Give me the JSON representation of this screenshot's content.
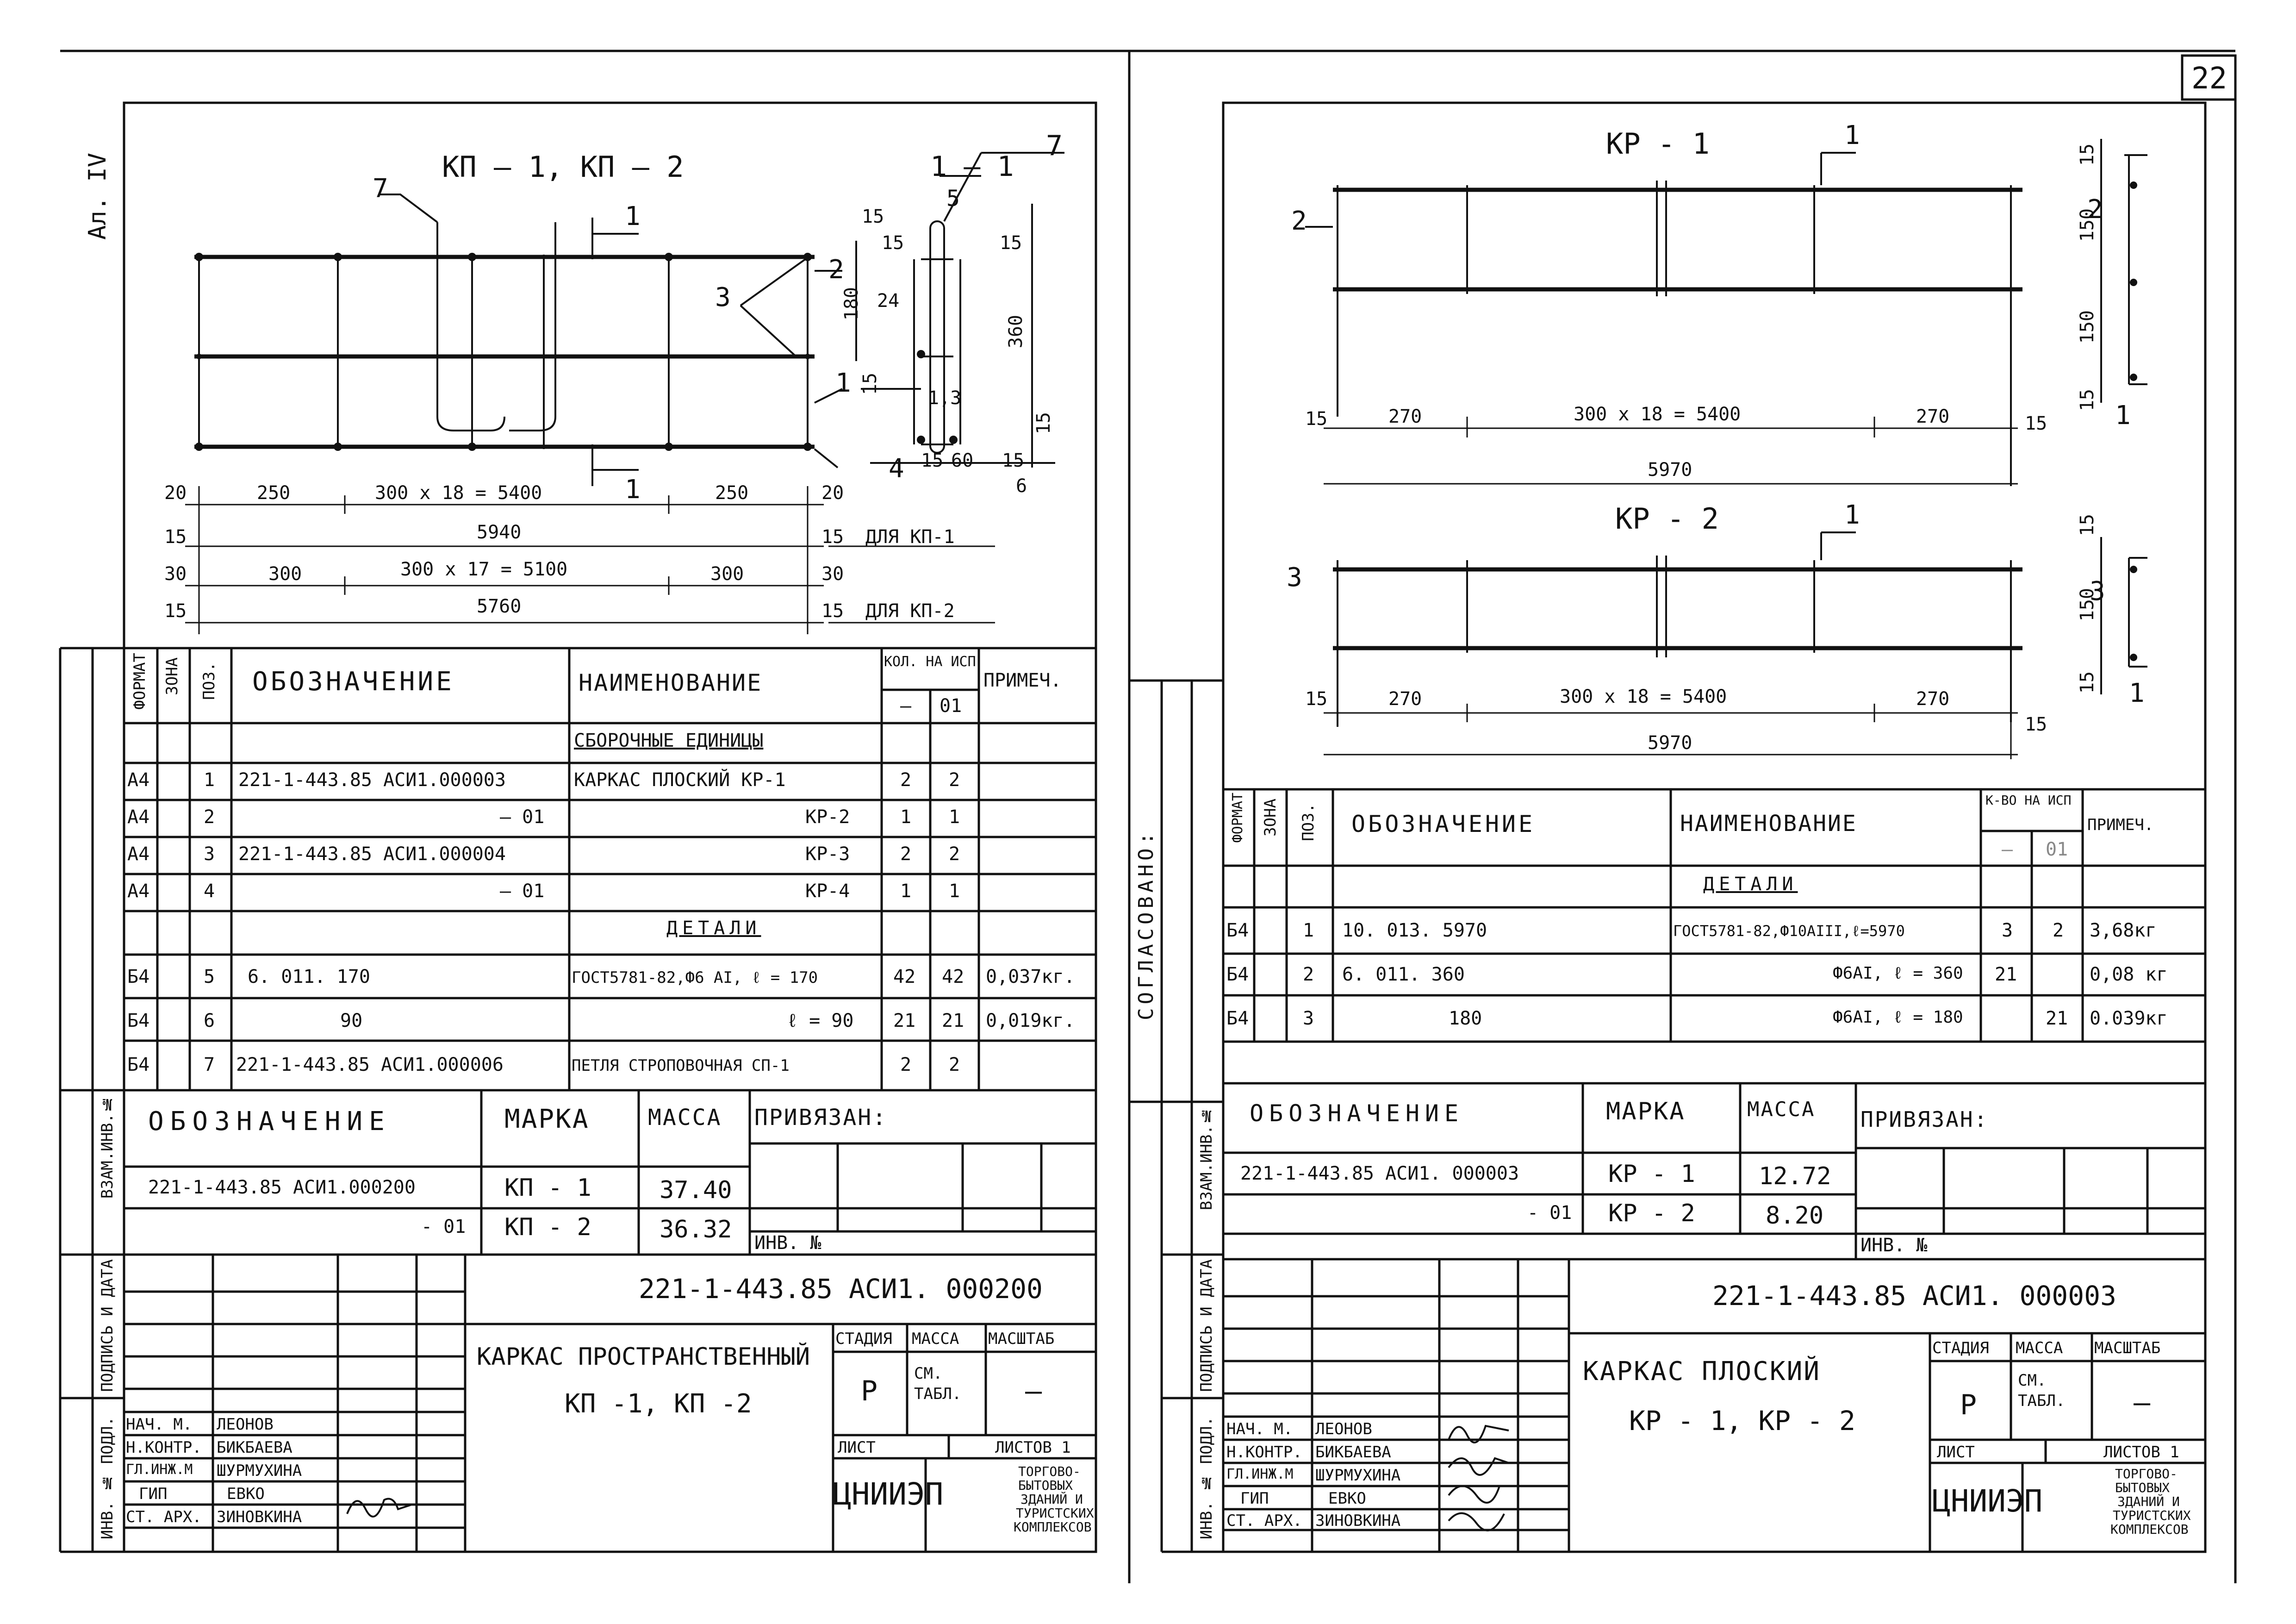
{
  "page_number": "22",
  "left_margin_label": "Ал. IV",
  "left": {
    "drawing": {
      "title": "КП – 1,  КП – 2",
      "section_title": "1 – 1",
      "section_mark": "1",
      "callouts": [
        "7",
        "3",
        "2",
        "1",
        "4",
        "7",
        "5"
      ],
      "section_dims": [
        "15",
        "15",
        "15",
        "180",
        "24",
        "360",
        "15",
        "1,3",
        "15",
        "15",
        "60",
        "15",
        "6"
      ],
      "dim_row1": [
        "20",
        "250",
        "300 x 18 = 5400",
        "250",
        "20"
      ],
      "dim_row2": [
        "15",
        "5940",
        "15"
      ],
      "dim_row2_note": "ДЛЯ КП-1",
      "dim_row3": [
        "30",
        "300",
        "300 x 17 = 5100",
        "300",
        "30"
      ],
      "dim_row4": [
        "15",
        "5760",
        "15"
      ],
      "dim_row4_note": "ДЛЯ КП-2"
    },
    "spec_headers": {
      "format": "ФОРМАТ",
      "zone": "ЗОНА",
      "pos": "ПОЗ.",
      "designation": "ОБОЗНАЧЕНИЕ",
      "name": "НАИМЕНОВАНИЕ",
      "qty": "КОЛ. НА ИСП",
      "qty_a": "–",
      "qty_b": "01",
      "note": "ПРИМЕЧ."
    },
    "section_assemblies": "СБОРОЧНЫЕ ЕДИНИЦЫ",
    "section_details": "ДЕТАЛИ",
    "rows": [
      {
        "fmt": "А4",
        "pos": "1",
        "des": "221-1-443.85 АСИ1.000003",
        "name": "КАРКАС ПЛОСКИЙ КР-1",
        "q1": "2",
        "q2": "2",
        "note": ""
      },
      {
        "fmt": "А4",
        "pos": "2",
        "des": "– 01",
        "name": "КР-2",
        "q1": "1",
        "q2": "1",
        "note": ""
      },
      {
        "fmt": "А4",
        "pos": "3",
        "des": "221-1-443.85 АСИ1.000004",
        "name": "КР-3",
        "q1": "2",
        "q2": "2",
        "note": ""
      },
      {
        "fmt": "А4",
        "pos": "4",
        "des": "– 01",
        "name": "КР-4",
        "q1": "1",
        "q2": "1",
        "note": ""
      },
      {
        "fmt": "Б4",
        "pos": "5",
        "des": "6. 011. 170",
        "name": "ГОСТ5781-82,Ф6 АI, ℓ = 170",
        "q1": "42",
        "q2": "42",
        "note": "0,037кг."
      },
      {
        "fmt": "Б4",
        "pos": "6",
        "des": "90",
        "name": "ℓ = 90",
        "q1": "21",
        "q2": "21",
        "note": "0,019кг."
      },
      {
        "fmt": "Б4",
        "pos": "7",
        "des": "221-1-443.85 АСИ1.000006",
        "name": "ПЕТЛЯ СТРОПОВОЧНАЯ СП-1",
        "q1": "2",
        "q2": "2",
        "note": ""
      }
    ],
    "marks": {
      "h_des": "ОБОЗНАЧЕНИЕ",
      "h_mark": "МАРКА",
      "h_mass": "МАССА",
      "h_bound": "ПРИВЯЗАН:",
      "inv": "ИНВ. №",
      "rows": [
        {
          "des": "221-1-443.85  АСИ1.000200",
          "mark": "КП - 1",
          "mass": "37.40"
        },
        {
          "des": "- 01",
          "mark": "КП - 2",
          "mass": "36.32"
        }
      ]
    },
    "title_block": {
      "code": "221-1-443.85   АСИ1. 000200",
      "name1": "КАРКАС ПРОСТРАНСТВЕННЫЙ",
      "name2": "КП -1,  КП -2",
      "h_stage": "СТАДИЯ",
      "h_mass": "МАССА",
      "h_scale": "МАСШТАБ",
      "stage": "Р",
      "mass": "СМ. ТАБЛ.",
      "scale": "—",
      "sheet": "ЛИСТ",
      "sheets": "ЛИСТОВ 1",
      "org": "ЦНИИЭП",
      "org_desc": [
        "ТОРГОВО-",
        "БЫТОВЫХ",
        "ЗДАНИЙ И",
        "ТУРИСТСКИХ",
        "КОМПЛЕКСОВ"
      ],
      "staff": [
        {
          "role": "НАЧ. М.",
          "name": "ЛЕОНОВ"
        },
        {
          "role": "Н.КОНТР.",
          "name": "БИКБАЕВА"
        },
        {
          "role": "ГЛ.ИНЖ.М",
          "name": "ШУРМУХИНА"
        },
        {
          "role": "ГИП",
          "name": "ЕВКО"
        },
        {
          "role": "СТ. АРХ.",
          "name": "ЗИНОВКИНА"
        }
      ]
    },
    "side_labels": [
      "ИНВ. № ПОДЛ.",
      "ПОДПИСЬ И ДАТА",
      "ВЗАМ.ИНВ.№"
    ]
  },
  "right": {
    "drawing": {
      "title1": "КР - 1",
      "title2": "КР - 2",
      "callouts": [
        "1",
        "2",
        "2",
        "1",
        "1",
        "3",
        "3",
        "1"
      ],
      "side_dims1": [
        "15",
        "150",
        "150",
        "15"
      ],
      "side_dims2": [
        "15",
        "150",
        "15"
      ],
      "dim_row1": [
        "15",
        "270",
        "300 x 18 = 5400",
        "270",
        "15"
      ],
      "total1": "5970",
      "dim_row2": [
        "15",
        "270",
        "300 x 18  = 5400",
        "270",
        "15"
      ],
      "total2": "5970"
    },
    "approved_label": "СОГЛАСОВАНО:",
    "spec_headers": {
      "format": "ФОРМАТ",
      "zone": "ЗОНА",
      "pos": "ПОЗ.",
      "designation": "ОБОЗНАЧЕНИЕ",
      "name": "НАИМЕНОВАНИЕ",
      "qty": "К-ВО НА ИСП",
      "qty_a": "–",
      "qty_b": "01",
      "note": "ПРИМЕЧ."
    },
    "section_details": "ДЕТАЛИ",
    "rows": [
      {
        "fmt": "Б4",
        "pos": "1",
        "des": "10. 013. 5970",
        "name": "ГОСТ5781-82,Ф10АIII,ℓ=5970",
        "q1": "3",
        "q2": "2",
        "note": "3,68кг"
      },
      {
        "fmt": "Б4",
        "pos": "2",
        "des": "6. 011. 360",
        "name": "Ф6АI, ℓ = 360",
        "q1": "21",
        "q2": "",
        "note": "0,08 кг"
      },
      {
        "fmt": "Б4",
        "pos": "3",
        "des": "180",
        "name": "Ф6АI, ℓ = 180",
        "q1": "",
        "q2": "21",
        "note": "0.039кг"
      }
    ],
    "marks": {
      "h_des": "ОБОЗНАЧЕНИЕ",
      "h_mark": "МАРКА",
      "h_mass": "МАССА",
      "h_bound": "ПРИВЯЗАН:",
      "inv": "ИНВ. №",
      "rows": [
        {
          "des": "221-1-443.85 АСИ1. 000003",
          "mark": "КР - 1",
          "mass": "12.72"
        },
        {
          "des": "- 01",
          "mark": "КР - 2",
          "mass": "8.20"
        }
      ]
    },
    "title_block": {
      "code": "221-1-443.85   АСИ1. 000003",
      "name1": "КАРКАС    ПЛОСКИЙ",
      "name2": "КР - 1,  КР - 2",
      "h_stage": "СТАДИЯ",
      "h_mass": "МАССА",
      "h_scale": "МАСШТАБ",
      "stage": "Р",
      "mass": "СМ. ТАБЛ.",
      "scale": "—",
      "sheet": "ЛИСТ",
      "sheets": "ЛИСТОВ 1",
      "org": "ЦНИИЭП",
      "org_desc": [
        "ТОРГОВО-",
        "БЫТОВЫХ",
        "ЗДАНИЙ И",
        "ТУРИСТСКИХ",
        "КОМПЛЕКСОВ"
      ],
      "staff": [
        {
          "role": "НАЧ. М.",
          "name": "ЛЕОНОВ"
        },
        {
          "role": "Н.КОНТР.",
          "name": "БИКБАЕВА"
        },
        {
          "role": "ГЛ.ИНЖ.М",
          "name": "ШУРМУХИНА"
        },
        {
          "role": "ГИП",
          "name": "ЕВКО"
        },
        {
          "role": "СТ. АРХ.",
          "name": "ЗИНОВКИНА"
        }
      ]
    },
    "side_labels": [
      "ИНВ. № ПОДЛ.",
      "ПОДПИСЬ И ДАТА",
      "ВЗАМ.ИНВ.№"
    ]
  }
}
